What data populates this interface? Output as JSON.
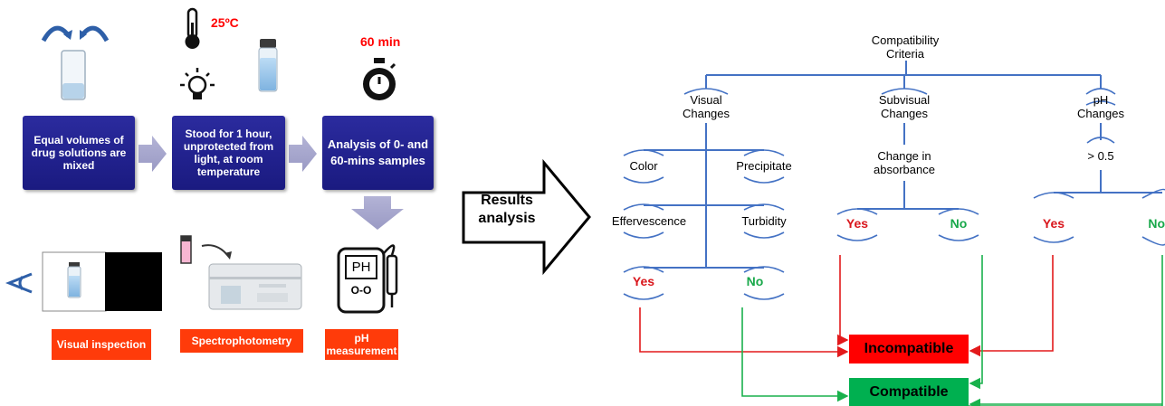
{
  "protocol": {
    "temperature": "25ºC",
    "time": "60 min",
    "steps": [
      "Equal volumes of drug solutions are mixed",
      "Stood for 1 hour, unprotected from light, at room temperature",
      "Analysis of 0- and 60-mins samples"
    ],
    "methods": [
      "Visual inspection",
      "Spectrophotometry",
      "pH measurement"
    ],
    "ph_meter_label": "PH",
    "ph_meter_display": "O-O"
  },
  "results_arrow": "Results analysis",
  "tree": {
    "root": "Compatibility Criteria",
    "visual": {
      "title": "Visual Changes",
      "options": [
        "Color",
        "Precipitate",
        "Effervescence",
        "Turbidity"
      ],
      "yes": "Yes",
      "no": "No"
    },
    "subvisual": {
      "title": "Subvisual Changes",
      "criterion": "Change in absorbance",
      "yes": "Yes",
      "no": "No"
    },
    "ph": {
      "title": "pH Changes",
      "criterion": "> 0.5",
      "yes": "Yes",
      "no": "No"
    }
  },
  "outcomes": {
    "incompatible": "Incompatible",
    "compatible": "Compatible"
  },
  "colors": {
    "step_box": "#1f1f8c",
    "method_label": "#ff3b0a",
    "incompatible": "#ff0000",
    "compatible": "#00b050",
    "tree_lines": "#4472c4",
    "yes": "#d9161c",
    "no": "#18a84a"
  }
}
